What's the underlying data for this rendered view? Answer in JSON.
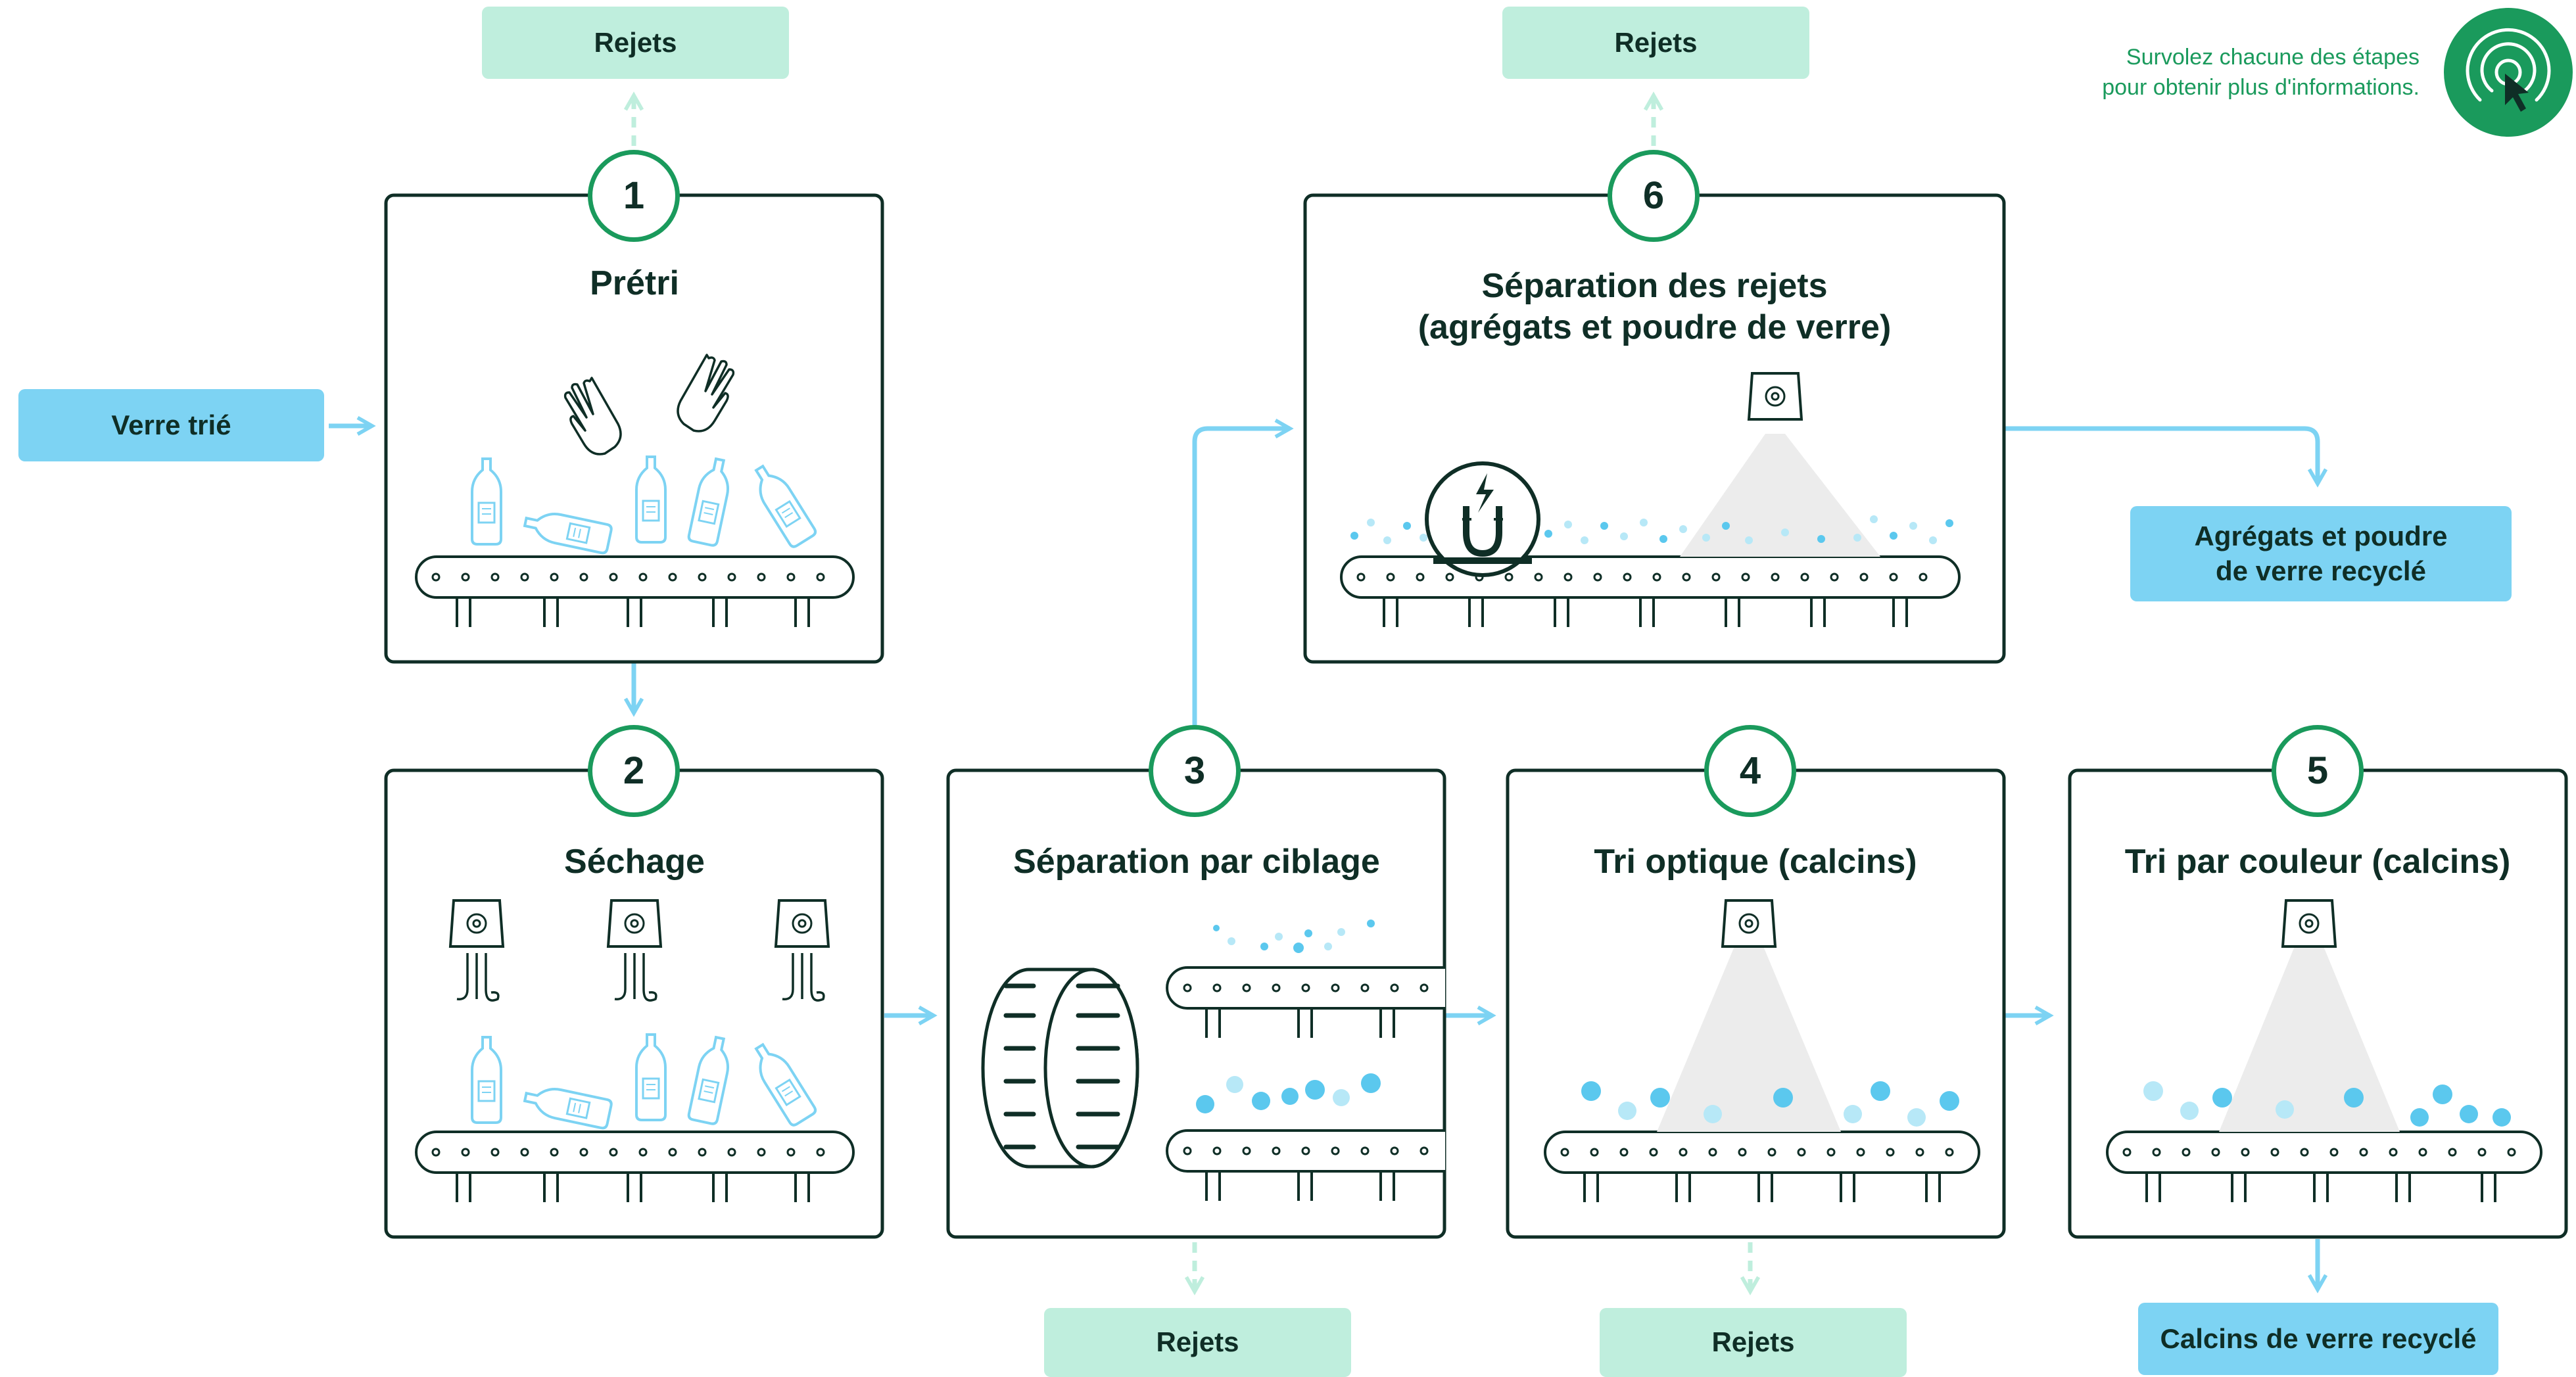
{
  "hint": {
    "line1": "Survolez chacune des étapes",
    "line2": "pour obtenir plus d'informations.",
    "icon": "hover-cursor-icon"
  },
  "input": {
    "label": "Verre trié"
  },
  "steps": [
    {
      "number": "1",
      "title": "Prétri",
      "icon": "hands-sorting-bottles-icon"
    },
    {
      "number": "2",
      "title": "Séchage",
      "icon": "dryer-fans-icon"
    },
    {
      "number": "3",
      "title": "Séparation par ciblage",
      "icon": "rotating-drum-icon"
    },
    {
      "number": "4",
      "title": "Tri optique (calcins)",
      "icon": "optical-scanner-icon"
    },
    {
      "number": "5",
      "title": "Tri par couleur (calcins)",
      "icon": "color-scanner-icon"
    },
    {
      "number": "6",
      "title_line1": "Séparation des rejets",
      "title_line2": "(agrégats et poudre de verre)",
      "icon": "magnet-separator-icon"
    }
  ],
  "rejects": {
    "label": "Rejets"
  },
  "outputs": {
    "aggregates_line1": "Agrégats et poudre",
    "aggregates_line2": "de verre recyclé",
    "cullet": "Calcins de verre recyclé"
  },
  "colors": {
    "dark": "#0f2e26",
    "green": "#1a9a5c",
    "arrow": "#7dd3f3",
    "reject_bg": "#bfeedd",
    "output_bg": "#7dd3f3",
    "particle_light": "#b7e8f7",
    "particle_dark": "#5bc8ee",
    "beam": "#ececec"
  }
}
